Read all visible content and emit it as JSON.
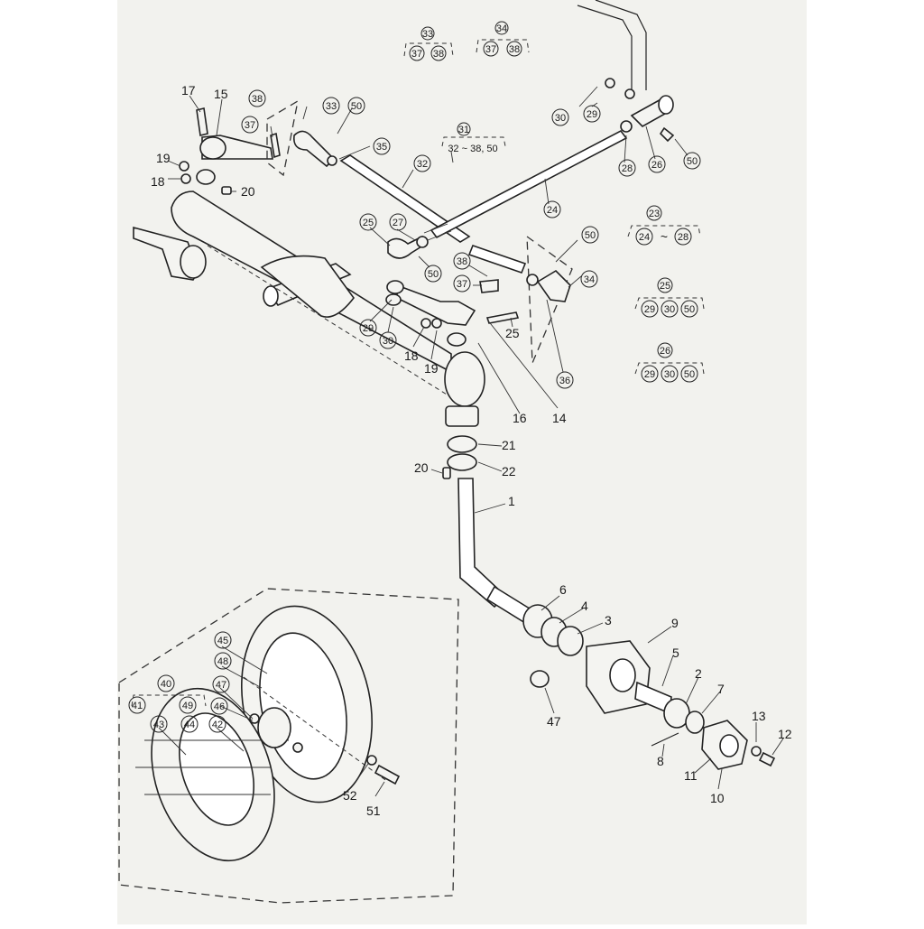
{
  "colors": {
    "page": "#f2f2ee",
    "margin": "#ffffff",
    "ink": "#222222"
  },
  "callouts": {
    "c1": "1",
    "c2": "2",
    "c3": "3",
    "c4": "4",
    "c5": "5",
    "c6": "6",
    "c7": "7",
    "c8": "8",
    "c9": "9",
    "c10": "10",
    "c11": "11",
    "c12": "12",
    "c13": "13",
    "c14": "14",
    "c15": "15",
    "c16": "16",
    "c17": "17",
    "c18a": "18",
    "c18b": "18",
    "c19a": "19",
    "c19b": "19",
    "c20a": "20",
    "c20b": "20",
    "c21": "21",
    "c22": "22",
    "c24": "24",
    "c25a": "25",
    "c25b": "25",
    "c27": "27",
    "c29a": "29",
    "c29b": "29",
    "c30a": "30",
    "c30b": "30",
    "c32": "32",
    "c34": "34",
    "c35": "35",
    "c36": "36",
    "c37a": "37",
    "c37b": "37",
    "c38a": "38",
    "c38b": "38",
    "c33": "33",
    "c50a": "50",
    "c50b": "50",
    "c50c": "50",
    "c50d": "50",
    "c26": "26",
    "c28": "28",
    "c47": "47",
    "c51": "51",
    "c52": "52",
    "c40": "40",
    "c41": "41",
    "c42": "42",
    "c43": "43",
    "c44": "44",
    "c45": "45",
    "c46": "46",
    "c48": "48",
    "c49": "49",
    "c47w": "47"
  },
  "kit_groups": {
    "g33": {
      "head": "33",
      "items": [
        "37",
        "38"
      ]
    },
    "g34": {
      "head": "34",
      "items": [
        "37",
        "38"
      ]
    },
    "g31": {
      "head": "31",
      "text": "32 ~ 38, 50"
    },
    "g23": {
      "head": "23",
      "items": [
        "24"
      ],
      "tilde": "~",
      "item2": "28"
    },
    "g25": {
      "head": "25",
      "items": [
        "29",
        "30",
        "50"
      ]
    },
    "g26": {
      "head": "26",
      "items": [
        "29",
        "30",
        "50"
      ]
    }
  }
}
